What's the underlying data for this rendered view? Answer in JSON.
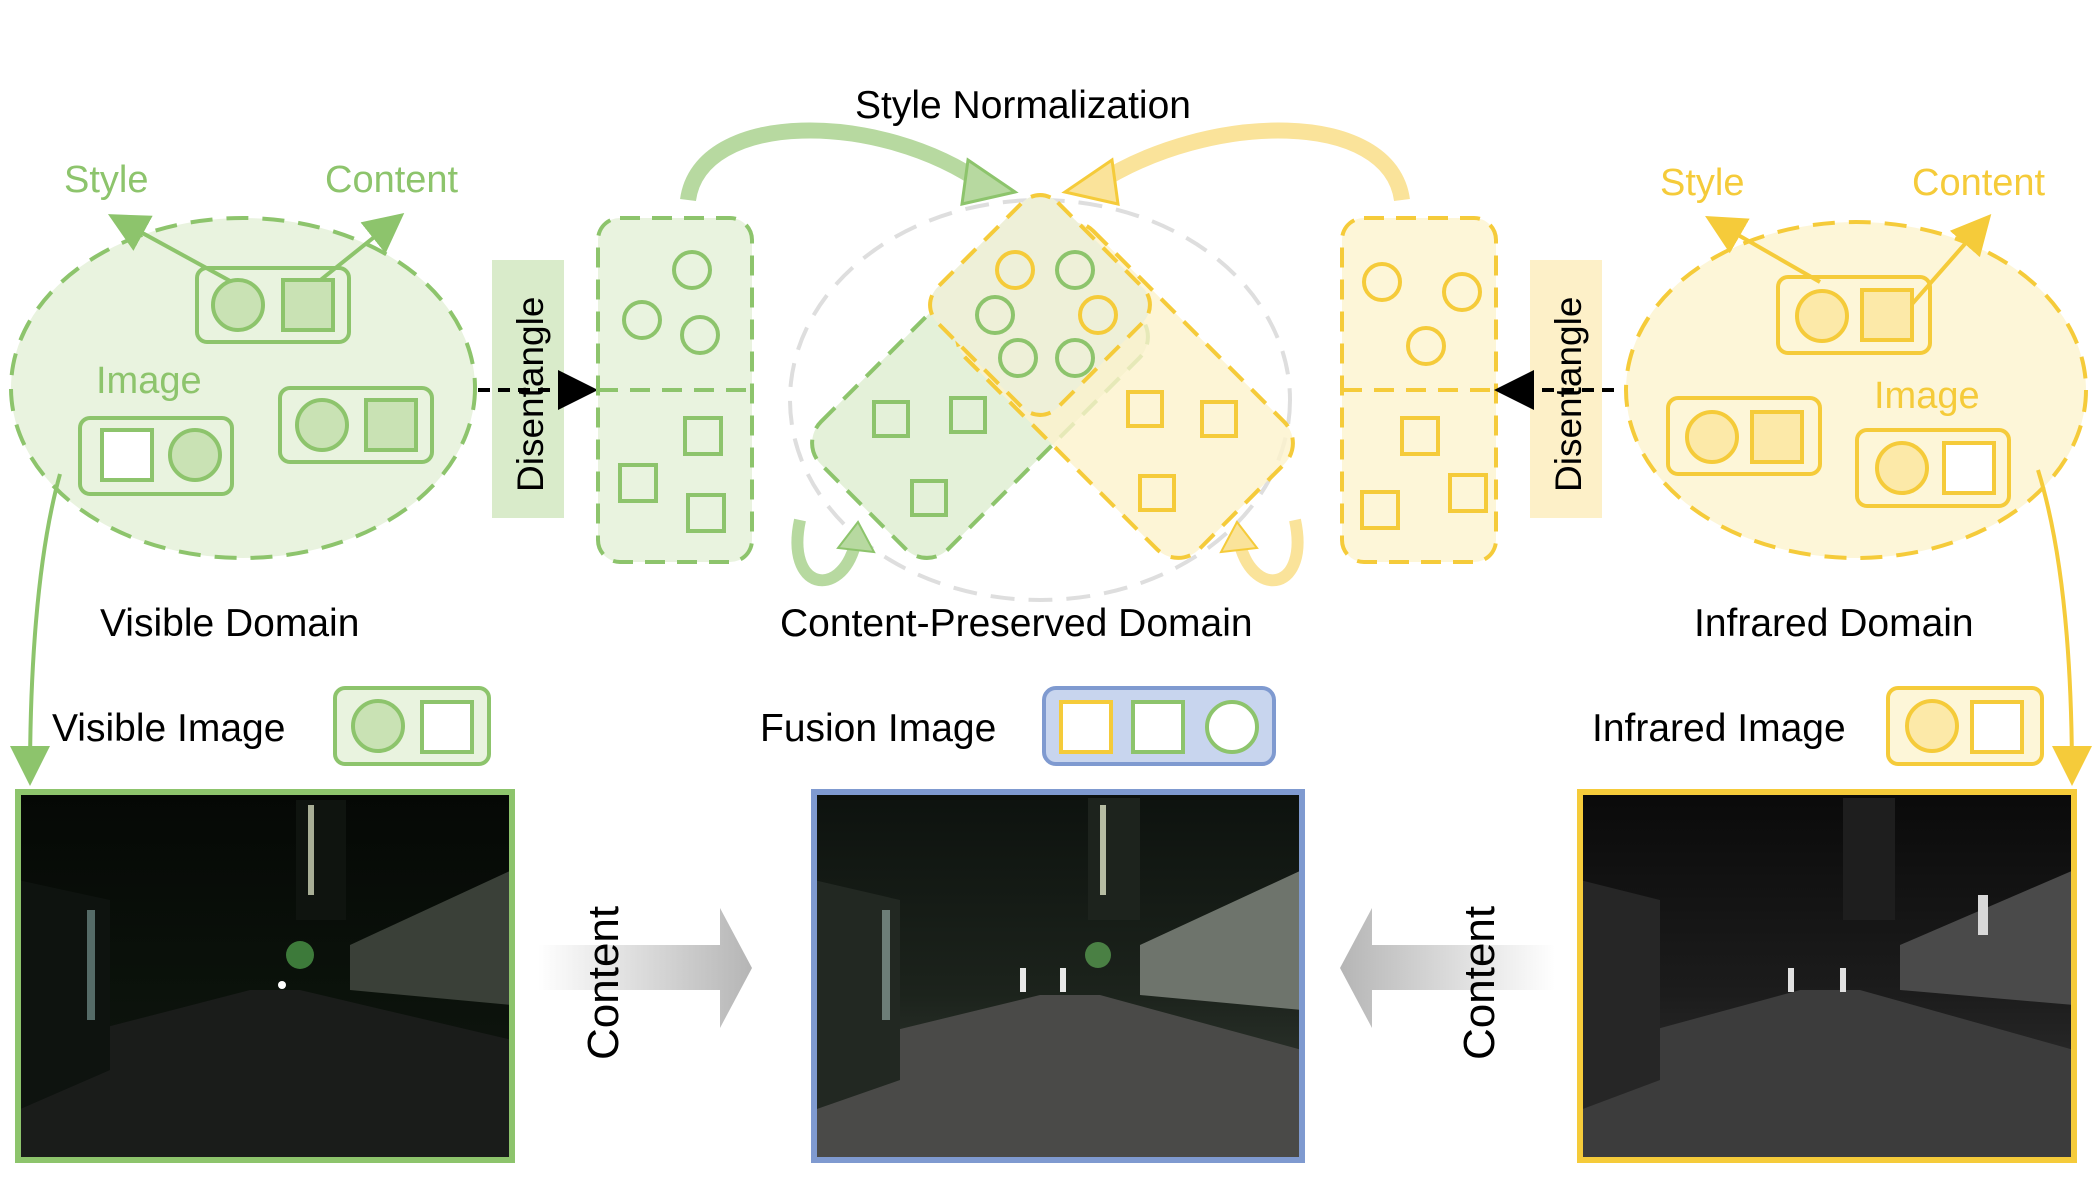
{
  "title": "Style Normalization",
  "visible": {
    "style_label": "Style",
    "content_label": "Content",
    "image_label": "Image",
    "domain_label": "Visible Domain",
    "image_name": "Visible Image",
    "disentangle": "Disentangle"
  },
  "infrared": {
    "style_label": "Style",
    "content_label": "Content",
    "image_label": "Image",
    "domain_label": "Infrared Domain",
    "image_name": "Infrared Image",
    "disentangle": "Disentangle"
  },
  "center": {
    "domain_label": "Content-Preserved Domain",
    "image_name": "Fusion Image"
  },
  "content_arrow_left": "Content",
  "content_arrow_right": "Content",
  "colors": {
    "green": "#8dc46c",
    "green_fill": "#e9f3df",
    "yellow": "#f5cb3a",
    "yellow_fill": "#fdf6d8",
    "blue": "#7f9ad0",
    "blue_fill": "#c8d5ee",
    "gray": "#c0c0c0"
  }
}
